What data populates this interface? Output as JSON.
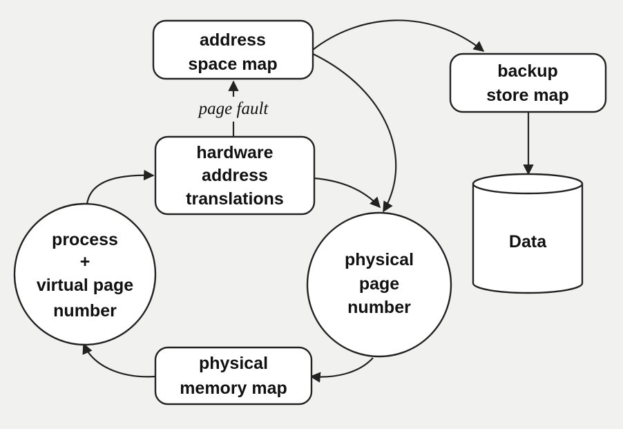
{
  "nodes": {
    "address_space_map": {
      "lines": [
        "address",
        "space map"
      ]
    },
    "backup_store_map": {
      "lines": [
        "backup",
        "store map"
      ]
    },
    "hardware_address_translations": {
      "lines": [
        "hardware",
        "address",
        "translations"
      ]
    },
    "process_virtual_page_number": {
      "lines": [
        "process",
        "+",
        "virtual page",
        "number"
      ]
    },
    "physical_page_number": {
      "lines": [
        "physical",
        "page",
        "number"
      ]
    },
    "physical_memory_map": {
      "lines": [
        "physical",
        "memory map"
      ]
    },
    "data": {
      "lines": [
        "Data"
      ]
    }
  },
  "edge_labels": {
    "page_fault": "page fault"
  },
  "colors": {
    "background": "#f1f1f0",
    "node_fill": "#ffffff",
    "stroke": "#222222"
  }
}
